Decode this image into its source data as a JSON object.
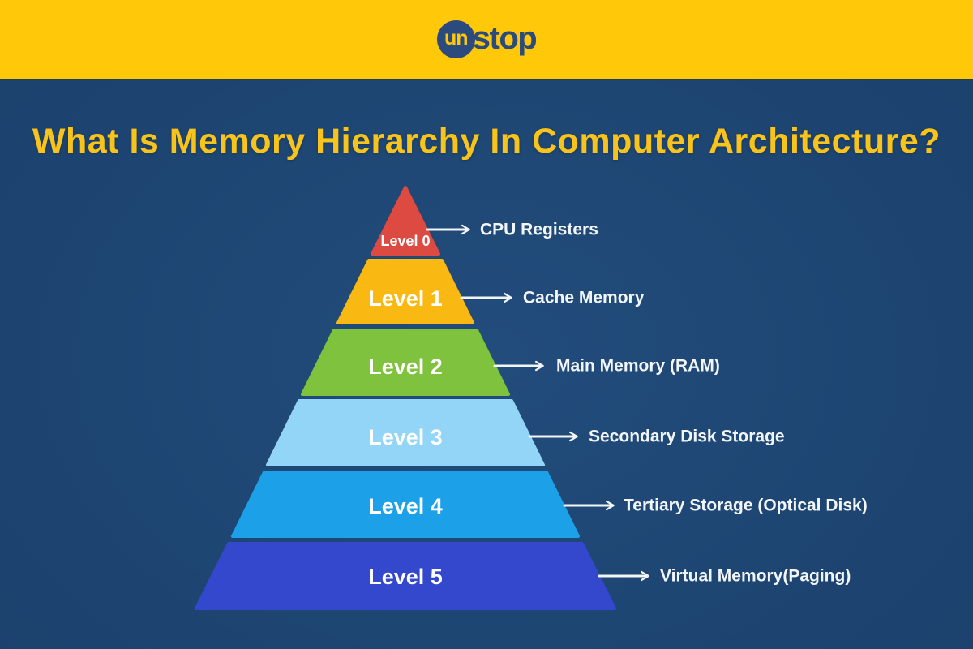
{
  "logo": {
    "circle_text": "un",
    "rest_text": "stop"
  },
  "title": "What Is Memory Hierarchy In Computer Architecture?",
  "colors": {
    "header_bg": "#FFC808",
    "page_bg_center": "#224C7C",
    "page_bg_mid": "#1E4673",
    "page_bg_edge": "#1B406C",
    "title_text": "#F8C31B",
    "logo_navy": "#2B4B7E",
    "level_label_text": "#FFFFFF",
    "description_text": "#F3F6F9",
    "arrow": "#F3F6F9"
  },
  "pyramid": {
    "levels": [
      {
        "label": "Level 0",
        "description": "CPU Registers",
        "color": "#DC4A41"
      },
      {
        "label": "Level 1",
        "description": "Cache Memory",
        "color": "#F9B912"
      },
      {
        "label": "Level 2",
        "description": "Main Memory (RAM)",
        "color": "#7FC23E"
      },
      {
        "label": "Level 3",
        "description": "Secondary Disk Storage",
        "color": "#93D5F6"
      },
      {
        "label": "Level 4",
        "description": "Tertiary Storage (Optical Disk)",
        "color": "#1CA1E8"
      },
      {
        "label": "Level 5",
        "description": "Virtual Memory(Paging)",
        "color": "#3348CD"
      }
    ]
  }
}
